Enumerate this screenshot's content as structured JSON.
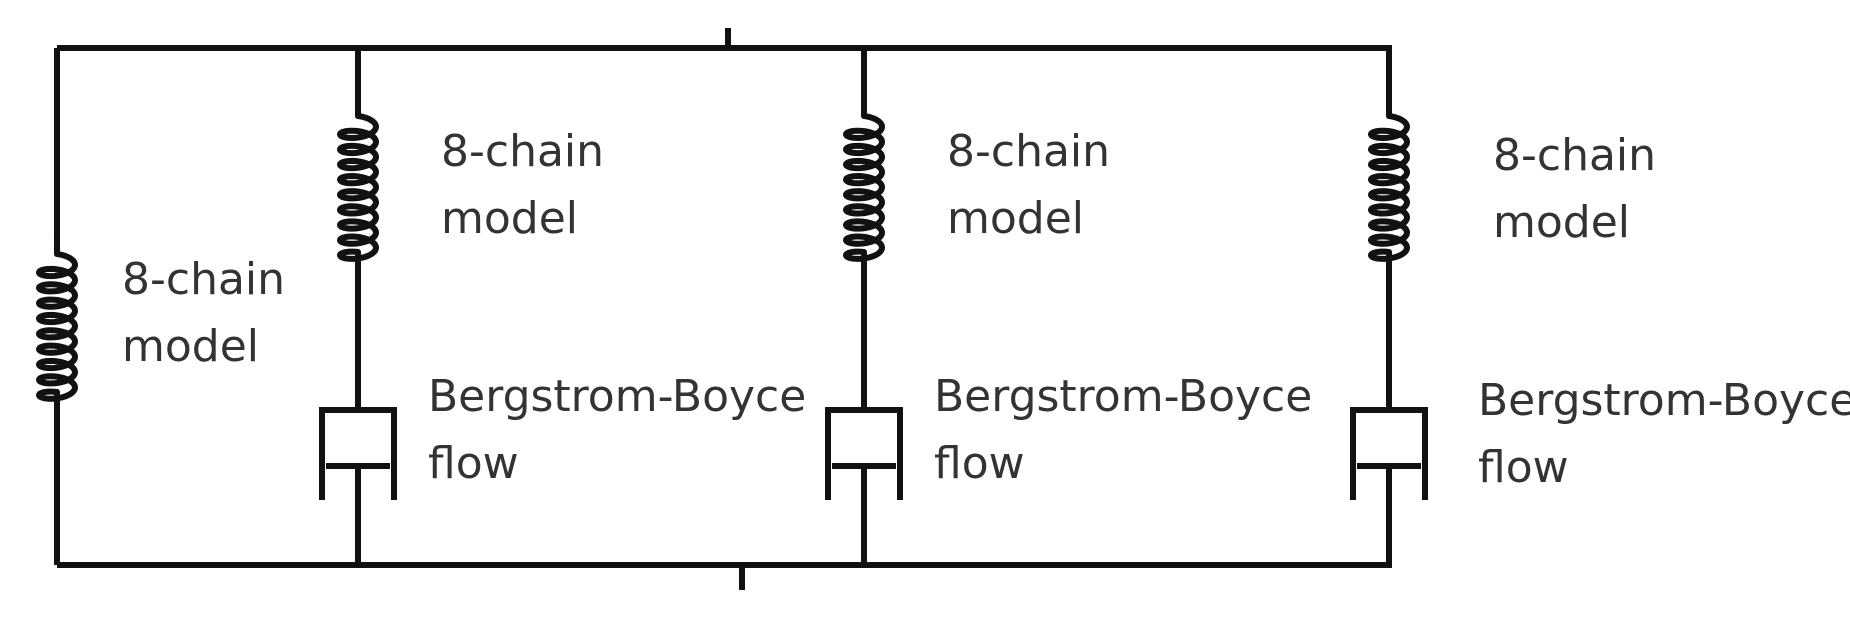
{
  "branches": [
    {
      "spring_label": [
        "8-chain",
        "model"
      ]
    },
    {
      "spring_label": [
        "8-chain",
        "model"
      ],
      "dashpot_label": [
        "Bergstrom-Boyce",
        "flow"
      ]
    },
    {
      "spring_label": [
        "8-chain",
        "model"
      ],
      "dashpot_label": [
        "Bergstrom-Boyce",
        "flow"
      ]
    },
    {
      "spring_label": [
        "8-chain",
        "model"
      ],
      "dashpot_label": [
        "Bergstrom-Boyce",
        "flow"
      ]
    }
  ]
}
